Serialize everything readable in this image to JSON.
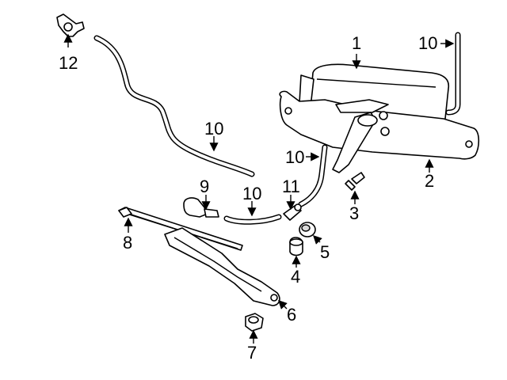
{
  "callouts": {
    "c1": "1",
    "c2": "2",
    "c3": "3",
    "c4": "4",
    "c5": "5",
    "c6": "6",
    "c7": "7",
    "c8": "8",
    "c9": "9",
    "c10_hose_left": "10",
    "c10_hose_lower": "10",
    "c10_hose_connector": "10",
    "c10_hose_top": "10",
    "c11": "11",
    "c12": "12"
  }
}
